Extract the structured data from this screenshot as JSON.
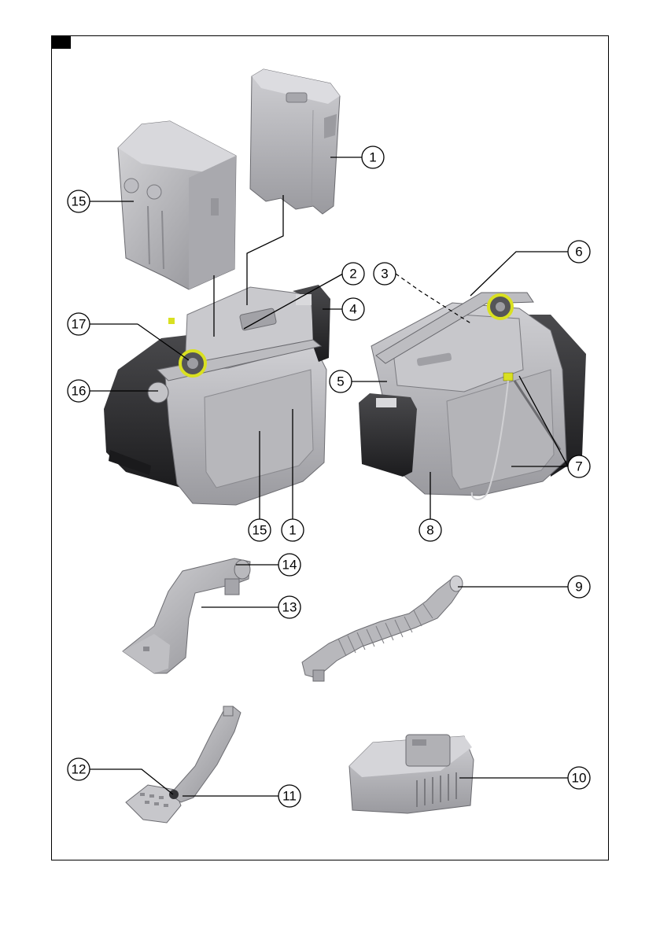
{
  "callouts": [
    "1",
    "2",
    "3",
    "4",
    "5",
    "6",
    "7",
    "8",
    "9",
    "10",
    "11",
    "12",
    "13",
    "14",
    "15",
    "16",
    "17"
  ],
  "colors": {
    "accent": "#d9e021",
    "body_light": "#b4b4b8",
    "body_dark": "#2e2e30"
  }
}
